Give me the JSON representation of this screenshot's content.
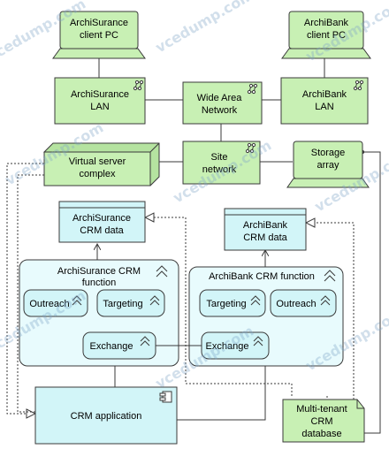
{
  "diagram": {
    "watermark_text": "vcedump.com",
    "colors": {
      "tech_fill": "#c8f0b4",
      "app_fill": "#d2f5f8",
      "app_group_fill": "#e8fbfd",
      "line": "#3a3a3a"
    },
    "nodes": {
      "archisurance_client_pc": {
        "line1": "ArchiSurance",
        "line2": "client PC"
      },
      "archibank_client_pc": {
        "line1": "ArchiBank",
        "line2": "client PC"
      },
      "archisurance_lan": {
        "line1": "ArchiSurance",
        "line2": "LAN"
      },
      "wan": {
        "line1": "Wide Area",
        "line2": "Network"
      },
      "archibank_lan": {
        "line1": "ArchiBank",
        "line2": "LAN"
      },
      "virtual_server_complex": {
        "line1": "Virtual server",
        "line2": "complex"
      },
      "site_network": {
        "line1": "Site",
        "line2": "network"
      },
      "storage_array": {
        "line1": "Storage",
        "line2": "array"
      },
      "archisurance_crm_data": {
        "line1": "ArchiSurance",
        "line2": "CRM data"
      },
      "archibank_crm_data": {
        "line1": "ArchiBank",
        "line2": "CRM data"
      },
      "archisurance_crm_function": {
        "line1": "ArchiSurance CRM",
        "line2": "function"
      },
      "archibank_crm_function": {
        "line1": "ArchiBank CRM function"
      },
      "outreach_left": {
        "line1": "Outreach"
      },
      "targeting_left": {
        "line1": "Targeting"
      },
      "exchange_left": {
        "line1": "Exchange"
      },
      "targeting_right": {
        "line1": "Targeting"
      },
      "outreach_right": {
        "line1": "Outreach"
      },
      "exchange_right": {
        "line1": "Exchange"
      },
      "crm_application": {
        "line1": "CRM application"
      },
      "multi_tenant_db": {
        "line1": "Multi-tenant",
        "line2": "CRM",
        "line3": "database"
      }
    }
  }
}
